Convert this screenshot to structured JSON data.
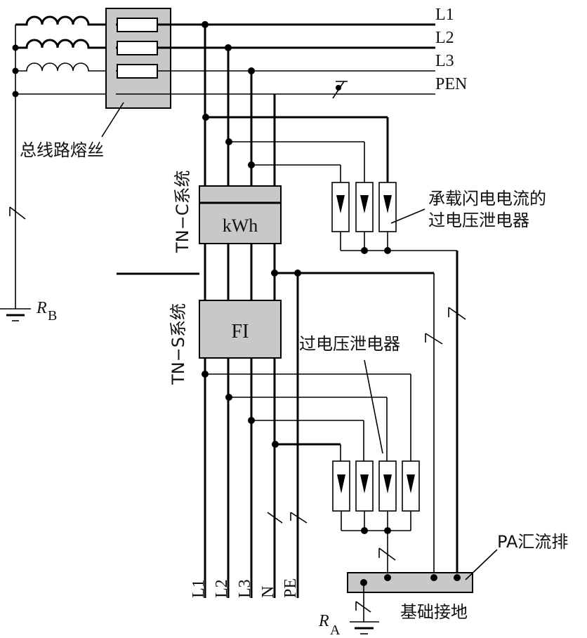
{
  "diagram": {
    "title": "TN-C / TN-S lightning & surge protection wiring",
    "supply_lines": [
      {
        "label": "L1"
      },
      {
        "label": "L2"
      },
      {
        "label": "L3"
      },
      {
        "label": "PEN"
      }
    ],
    "labels": {
      "main_fuse": "总线路熔丝",
      "tn_c_system": "TN−C系统",
      "tn_s_system": "TN−S系统",
      "kwh_meter": "kWh",
      "fi_breaker": "FI",
      "lightning_arrester": "承载闪电电流的",
      "lightning_arrester_line2": "过电压泄电器",
      "surge_arrester": "过电压泄电器",
      "pa_busbar": "PA汇流排",
      "foundation_earth": "基础接地",
      "rb_main": "R",
      "rb_sub": "B",
      "ra_main": "R",
      "ra_sub": "A"
    },
    "output_lines": [
      {
        "label": "L1"
      },
      {
        "label": "L2"
      },
      {
        "label": "L3"
      },
      {
        "label": "N"
      },
      {
        "label": "PE"
      }
    ],
    "arresters": {
      "class_b_count": 3,
      "class_c_count": 4
    }
  }
}
